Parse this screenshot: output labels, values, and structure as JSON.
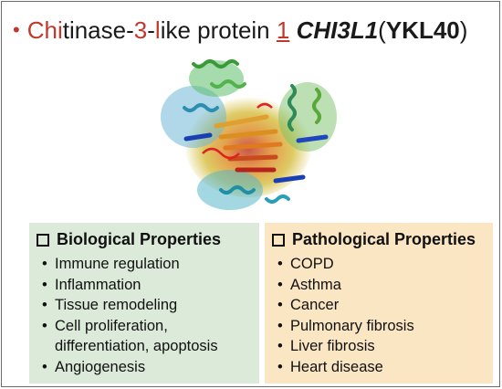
{
  "title": {
    "bullet": "•",
    "part_chi": "Chi",
    "part_tinase": "tinase-",
    "part_3": "3",
    "part_dash": "-",
    "part_l": "l",
    "part_ike": "ike protein ",
    "part_1": "1",
    "gene": "CHI3L1",
    "paren_open": "(",
    "alias": "YKL40",
    "paren_close": ")"
  },
  "biological": {
    "heading": "Biological Properties",
    "items": [
      "Immune regulation",
      "Inflammation",
      "Tissue remodeling",
      "Cell proliferation,",
      "differentiation, apoptosis",
      "Angiogenesis"
    ]
  },
  "pathological": {
    "heading": "Pathological Properties",
    "items": [
      "COPD",
      "Asthma",
      "Cancer",
      "Pulmonary fibrosis",
      "Liver fibrosis",
      "Heart disease"
    ]
  },
  "colors": {
    "accent_red": "#c0392b",
    "bio_panel": "#dcebd9",
    "path_panel": "#fbe6c4"
  },
  "icons": {
    "checkbox": "empty-checkbox-icon"
  }
}
